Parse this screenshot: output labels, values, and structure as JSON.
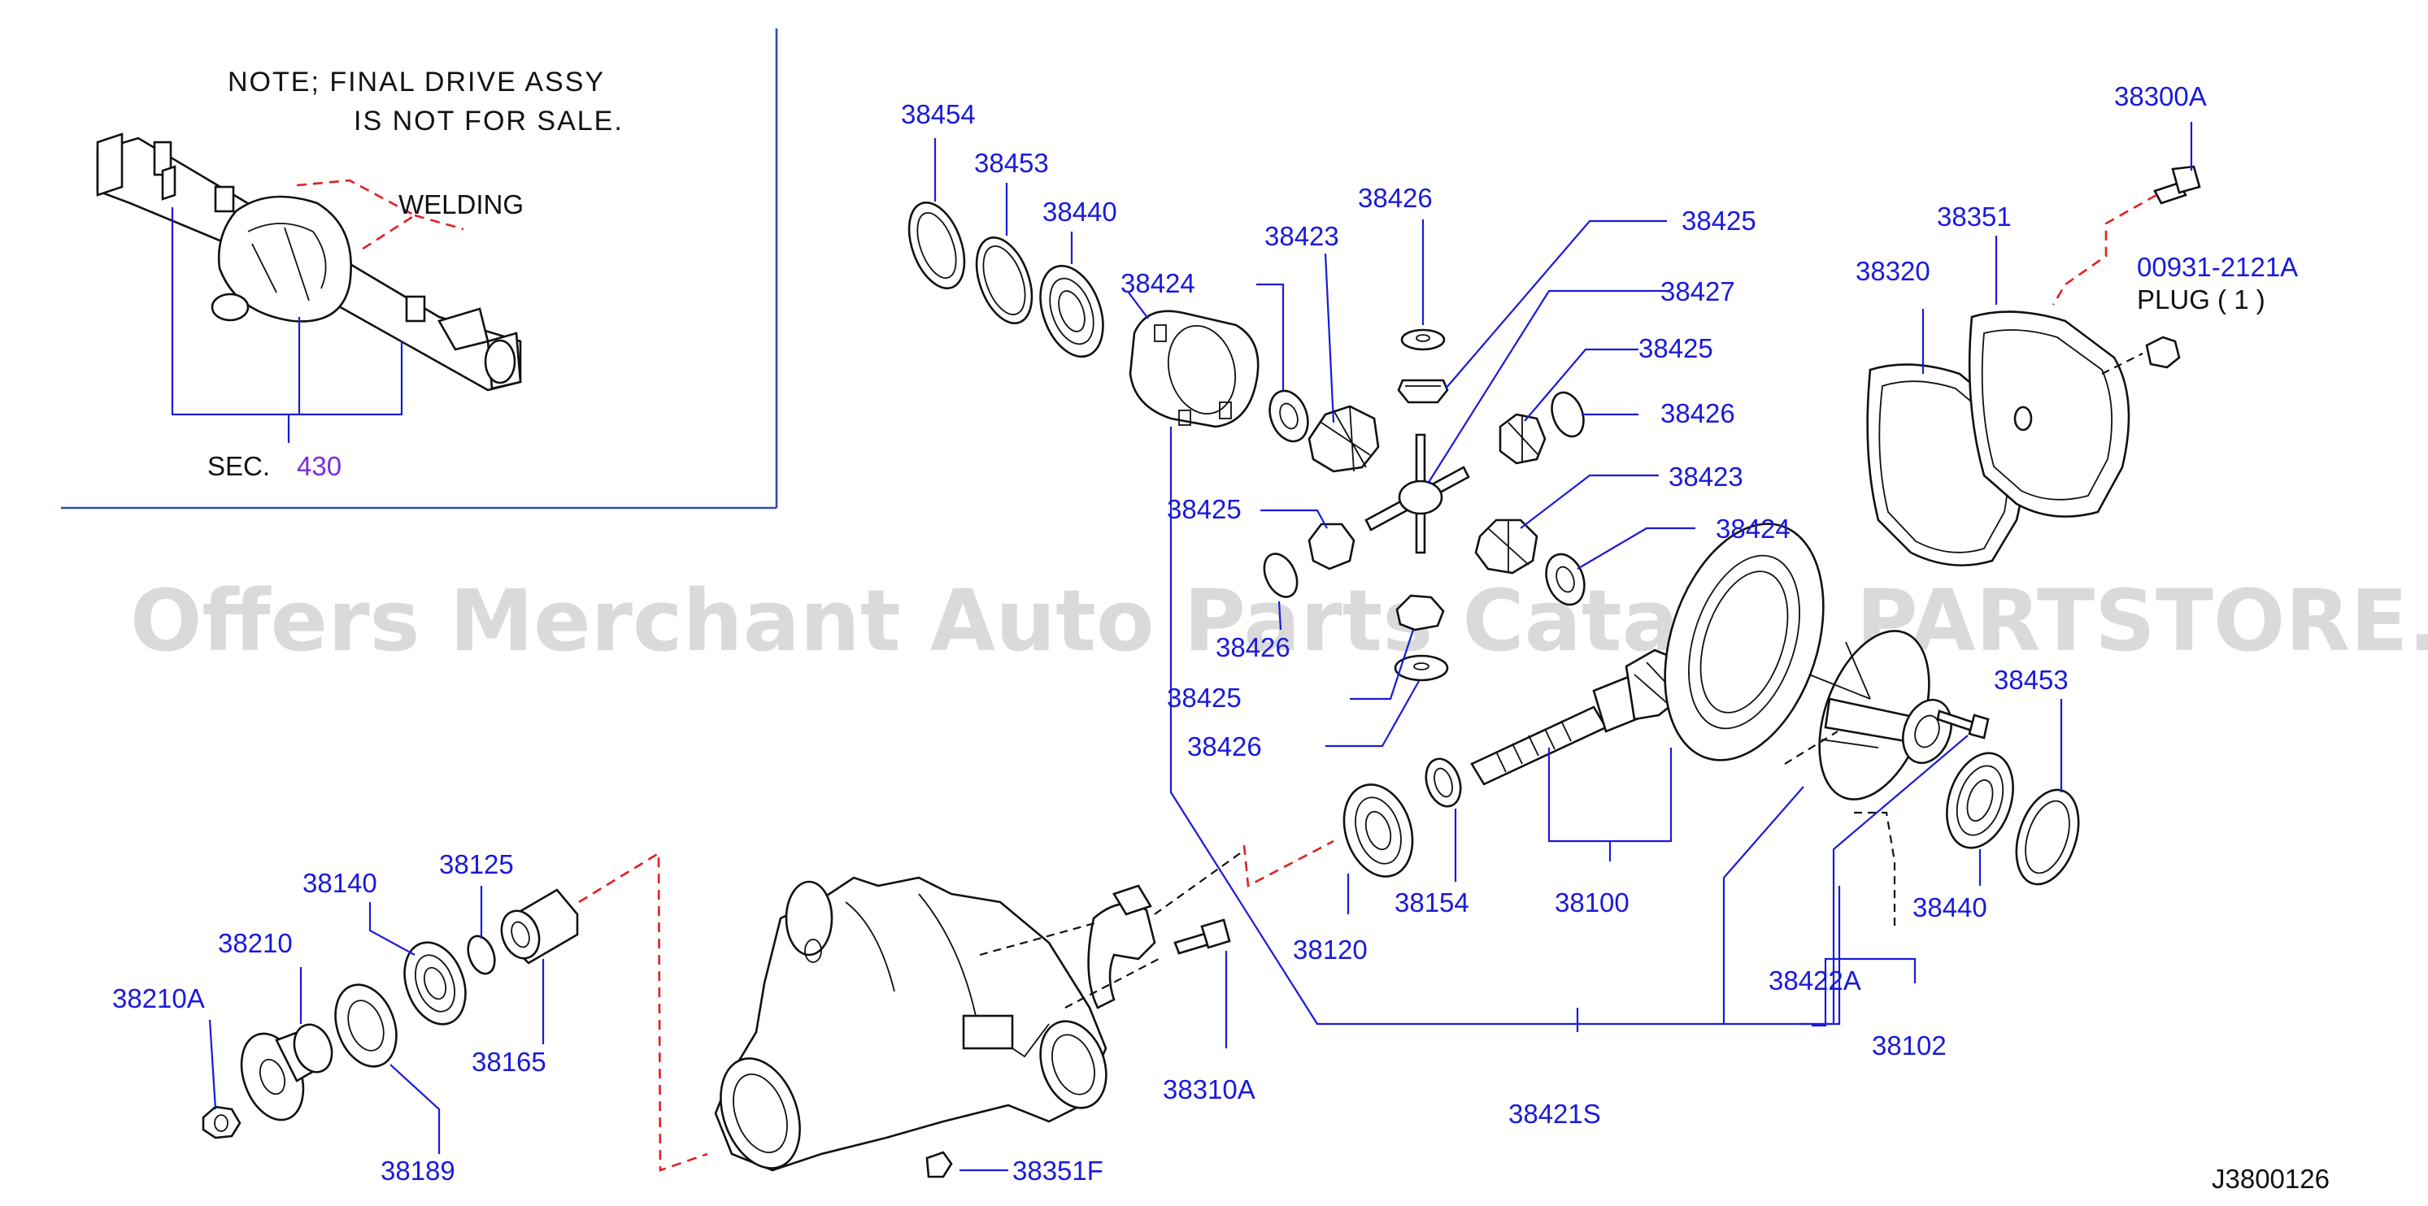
{
  "note": {
    "line1": "NOTE;  FINAL  DRIVE  ASSY",
    "line2": "IS  NOT  FOR  SALE.",
    "welding": "WELDING",
    "sec_prefix": "SEC.",
    "sec_number": "430"
  },
  "watermark": "Offers Merchant Auto Parts Catalog PARTSTORE.SA",
  "diagram_id": "J3800126",
  "plug": {
    "part": "00931-2121A",
    "label": "PLUG  ( 1 )"
  },
  "parts": {
    "p38454": "38454",
    "p38453a": "38453",
    "p38440a": "38440",
    "p38424a": "38424",
    "p38423a": "38423",
    "p38426a": "38426",
    "p38425a": "38425",
    "p38427": "38427",
    "p38425b": "38425",
    "p38426b": "38426",
    "p38425c": "38425",
    "p38423b": "38423",
    "p38424b": "38424",
    "p38426c": "38426",
    "p38425d": "38425",
    "p38426d": "38426",
    "p38300A": "38300A",
    "p38351": "38351",
    "p38320": "38320",
    "p38453b": "38453",
    "p38440b": "38440",
    "p38422A": "38422A",
    "p38102": "38102",
    "p38421S": "38421S",
    "p38100": "38100",
    "p38154": "38154",
    "p38120": "38120",
    "p38310A": "38310A",
    "p38351F": "38351F",
    "p38140": "38140",
    "p38125": "38125",
    "p38210": "38210",
    "p38210A": "38210A",
    "p38165": "38165",
    "p38189": "38189"
  }
}
